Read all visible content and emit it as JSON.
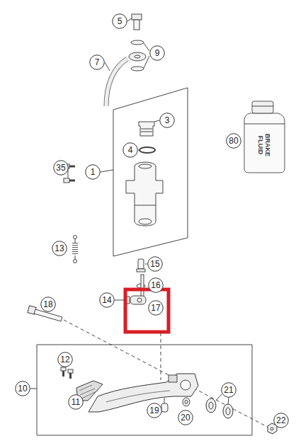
{
  "diagram": {
    "nodes": [
      {
        "text": [
          "5"
        ]
      },
      {
        "text": [
          "9"
        ]
      },
      {
        "text": [
          "7"
        ]
      },
      {
        "text": [
          "3"
        ]
      },
      {
        "text": [
          "80"
        ]
      },
      {
        "text": [
          "4"
        ]
      },
      {
        "text": [
          "35"
        ]
      },
      {
        "text": [
          "1"
        ]
      },
      {
        "text": [
          "13"
        ]
      },
      {
        "text": [
          "15"
        ]
      },
      {
        "text": [
          "14"
        ]
      },
      {
        "text": [
          "16"
        ]
      },
      {
        "text": [
          "17"
        ]
      },
      {
        "text": [
          "18"
        ]
      },
      {
        "text": [
          "12"
        ]
      },
      {
        "text": [
          "10"
        ]
      },
      {
        "text": [
          "11"
        ]
      },
      {
        "text": [
          "21"
        ]
      },
      {
        "text": [
          "19"
        ]
      },
      {
        "text": [
          "20"
        ]
      },
      {
        "text": [
          "22"
        ]
      }
    ],
    "labels": [
      "BRAKE FLUID"
    ]
  }
}
